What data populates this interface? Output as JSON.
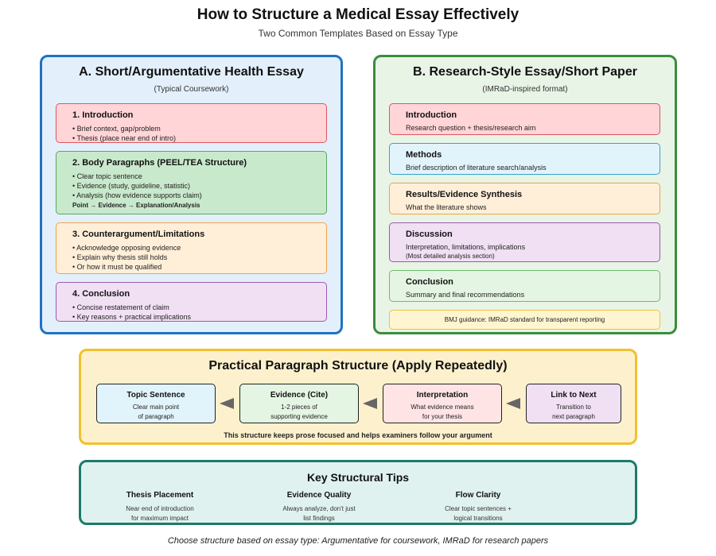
{
  "title": "How to Structure a Medical Essay Effectively",
  "subtitle": "Two Common Templates Based on Essay Type",
  "section_a": {
    "heading": "A. Short/Argumentative Health Essay",
    "subheading": "(Typical Coursework)",
    "cards": [
      {
        "heading": "1. Introduction",
        "lines": [
          "• Brief context, gap/problem",
          "• Thesis (place near end of intro)"
        ]
      },
      {
        "heading": "2. Body Paragraphs (PEEL/TEA Structure)",
        "lines": [
          "• Clear topic sentence",
          "• Evidence (study, guideline, statistic)",
          "• Analysis (how evidence supports claim)"
        ],
        "emphasis": "Point → Evidence → Explanation/Analysis"
      },
      {
        "heading": "3. Counterargument/Limitations",
        "lines": [
          "• Acknowledge opposing evidence",
          "• Explain why thesis still holds",
          "• Or how it must be qualified"
        ]
      },
      {
        "heading": "4. Conclusion",
        "lines": [
          "• Concise restatement of claim",
          "• Key reasons + practical implications"
        ]
      }
    ]
  },
  "section_b": {
    "heading": "B. Research-Style Essay/Short Paper",
    "subheading": "(IMRaD-inspired format)",
    "cards": [
      {
        "heading": "Introduction",
        "text": "Research question + thesis/research aim"
      },
      {
        "heading": "Methods",
        "text": "Brief description of literature search/analysis"
      },
      {
        "heading": "Results/Evidence Synthesis",
        "text": "What the literature shows"
      },
      {
        "heading": "Discussion",
        "text": "Interpretation, limitations, implications",
        "note": "(Most detailed analysis section)"
      },
      {
        "heading": "Conclusion",
        "text": "Summary and final recommendations"
      }
    ],
    "guidance": "BMJ guidance: IMRaD standard for transparent reporting"
  },
  "paragraph": {
    "heading": "Practical Paragraph Structure (Apply Repeatedly)",
    "steps": [
      {
        "heading": "Topic Sentence",
        "line1": "Clear main point",
        "line2": "of paragraph"
      },
      {
        "heading": "Evidence (Cite)",
        "line1": "1-2 pieces of",
        "line2": "supporting evidence"
      },
      {
        "heading": "Interpretation",
        "line1": "What evidence means",
        "line2": "for your thesis"
      },
      {
        "heading": "Link to Next",
        "line1": "Transition to",
        "line2": "next paragraph"
      }
    ],
    "caption": "This structure keeps prose focused and helps examiners follow your argument"
  },
  "tips": {
    "heading": "Key Structural Tips",
    "items": [
      {
        "heading": "Thesis Placement",
        "line1": "Near end of introduction",
        "line2": "for maximum impact"
      },
      {
        "heading": "Evidence Quality",
        "line1": "Always analyze, don't just",
        "line2": "list findings"
      },
      {
        "heading": "Flow Clarity",
        "line1": "Clear topic sentences +",
        "line2": "logical transitions"
      }
    ]
  },
  "footer": "Choose structure based on essay type: Argumentative for coursework, IMRaD for research papers"
}
